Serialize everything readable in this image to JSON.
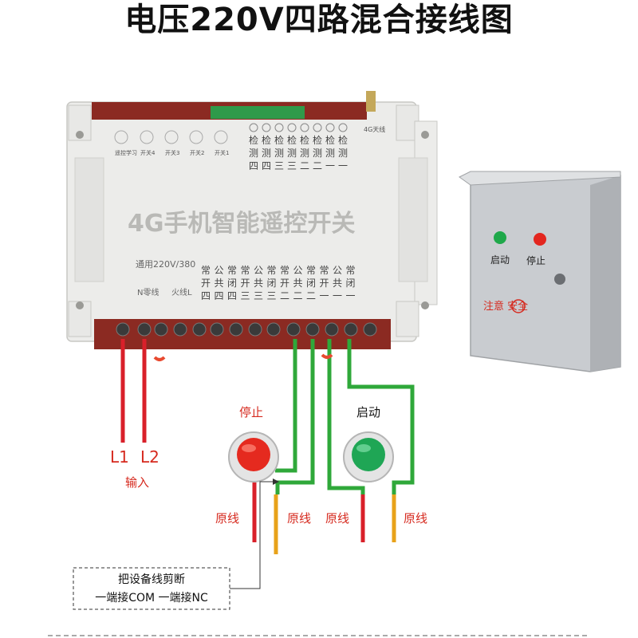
{
  "title": "电压220V四路混合接线图",
  "device": {
    "indicator_labels": [
      "遥控学习",
      "开关4",
      "开关3",
      "开关2",
      "开关1"
    ],
    "detect_labels": [
      "检测四",
      "检测四",
      "检测三",
      "检测三",
      "检测二",
      "检测二",
      "检测一",
      "检测一"
    ],
    "antenna_label": "4G天线",
    "brand_text": "4G手机智能遥控开关",
    "voltage_label": "通用220V/380",
    "neutral_label": "N零线",
    "live_label": "火线L",
    "terminal_labels": [
      "常开四",
      "公共四",
      "常闭四",
      "常开三",
      "公共三",
      "常闭三",
      "常开二",
      "公共二",
      "常闭二",
      "常开一",
      "公共一",
      "常闭一"
    ]
  },
  "cabinet": {
    "start_label": "启动",
    "stop_label": "停止",
    "warning_text": "注意 安全",
    "colors": {
      "body": "#c9ccd0",
      "start_button": "#1fa84a",
      "stop_button": "#e3261f"
    }
  },
  "wiring": {
    "input_l1": "L1",
    "input_l2": "L2",
    "input_label": "输入",
    "stop_button_label": "停止",
    "start_button_label": "启动",
    "original_wire_labels": [
      "原线",
      "原线",
      "原线",
      "原线"
    ],
    "note_line1": "把设备线剪断",
    "note_line2": "一端接COM 一端接NC",
    "colors": {
      "live_wire": "#d9202a",
      "control_wire": "#2fa83a",
      "original_orange": "#e8a21a",
      "original_red": "#d9202a"
    }
  }
}
